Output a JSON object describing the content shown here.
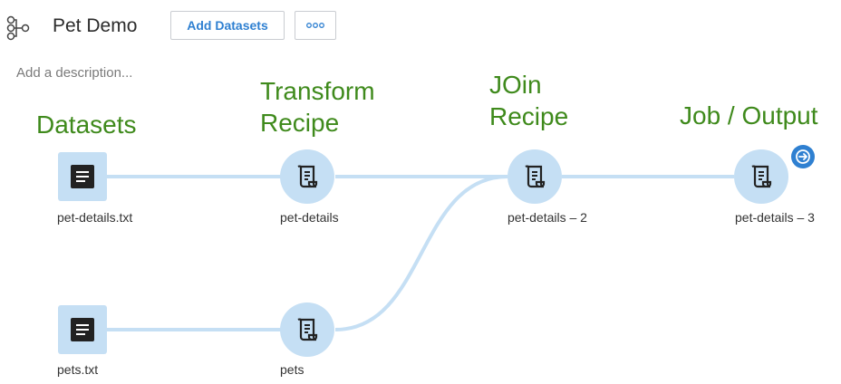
{
  "header": {
    "title": "Pet Demo",
    "add_datasets_label": "Add Datasets",
    "more_label": "ooo",
    "description_placeholder": "Add a description..."
  },
  "annotations": {
    "datasets": "Datasets",
    "transform_line1": "Transform",
    "transform_line2": "Recipe",
    "join_line1": "JOin",
    "join_line2": "Recipe",
    "job_output": "Job / Output"
  },
  "nodes": {
    "pet_details_txt": "pet-details.txt",
    "pets_txt": "pets.txt",
    "pet_details": "pet-details",
    "pets": "pets",
    "pet_details_2": "pet-details – 2",
    "pet_details_3": "pet-details – 3"
  },
  "colors": {
    "accent": "#2f80d1",
    "node_fill": "#c5dff4",
    "edge": "#c5dff4",
    "annotation": "#3f8a1c"
  }
}
